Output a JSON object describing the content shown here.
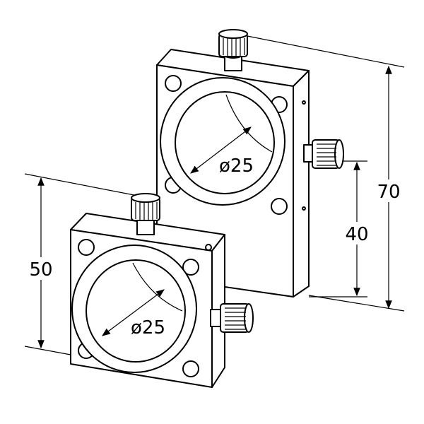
{
  "drawing": {
    "dimensions": {
      "back_height": "70",
      "back_knob_height": "40",
      "front_height": "50",
      "back_aperture": "ø25",
      "front_aperture": "ø25"
    },
    "colors": {
      "line": "#000000",
      "background": "#ffffff"
    }
  }
}
